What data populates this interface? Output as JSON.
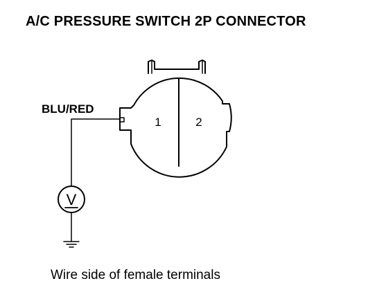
{
  "title": "A/C PRESSURE SWITCH 2P CONNECTOR",
  "wire_label": "BLU/RED",
  "terminals": [
    "1",
    "2"
  ],
  "voltmeter_symbol": "V",
  "caption": "Wire side of female terminals",
  "colors": {
    "ink": "#000000",
    "background": "#ffffff"
  }
}
